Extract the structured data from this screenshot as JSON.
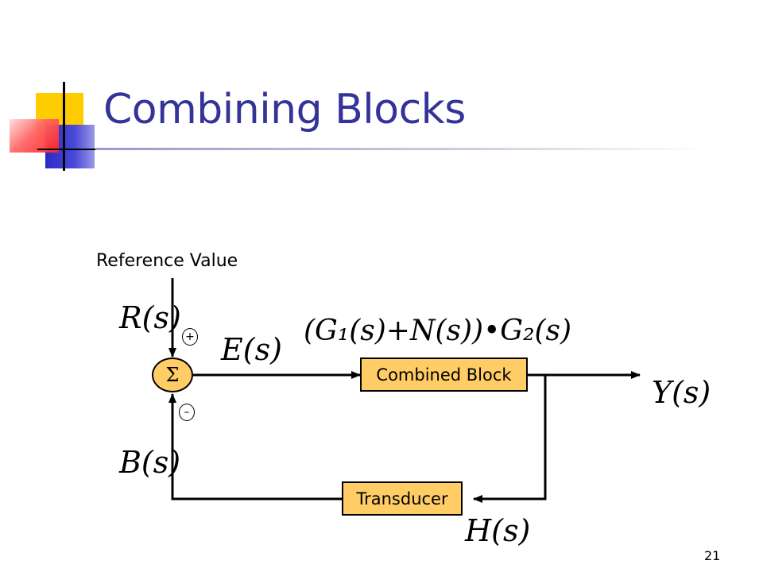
{
  "slide": {
    "title": "Combining Blocks",
    "page_number": "21"
  },
  "diagram": {
    "input_label": "Reference Value",
    "reference_signal": "R(s)",
    "error_signal": "E(s)",
    "output_signal": "Y(s)",
    "feedback_signal": "B(s)",
    "transfer_function": "(G₁(s)+N(s))•G₂(s)",
    "feedback_function": "H(s)",
    "summing_symbol": "Σ",
    "plus_sign": "+",
    "minus_sign": "–",
    "combined_block_label": "Combined Block",
    "transducer_label": "Transducer"
  },
  "colors": {
    "title": "#333399",
    "block_fill": "#ffcc66",
    "deco_yellow": "#ffcc00",
    "deco_blue": "#3333cc",
    "deco_red": "#ff3333"
  }
}
